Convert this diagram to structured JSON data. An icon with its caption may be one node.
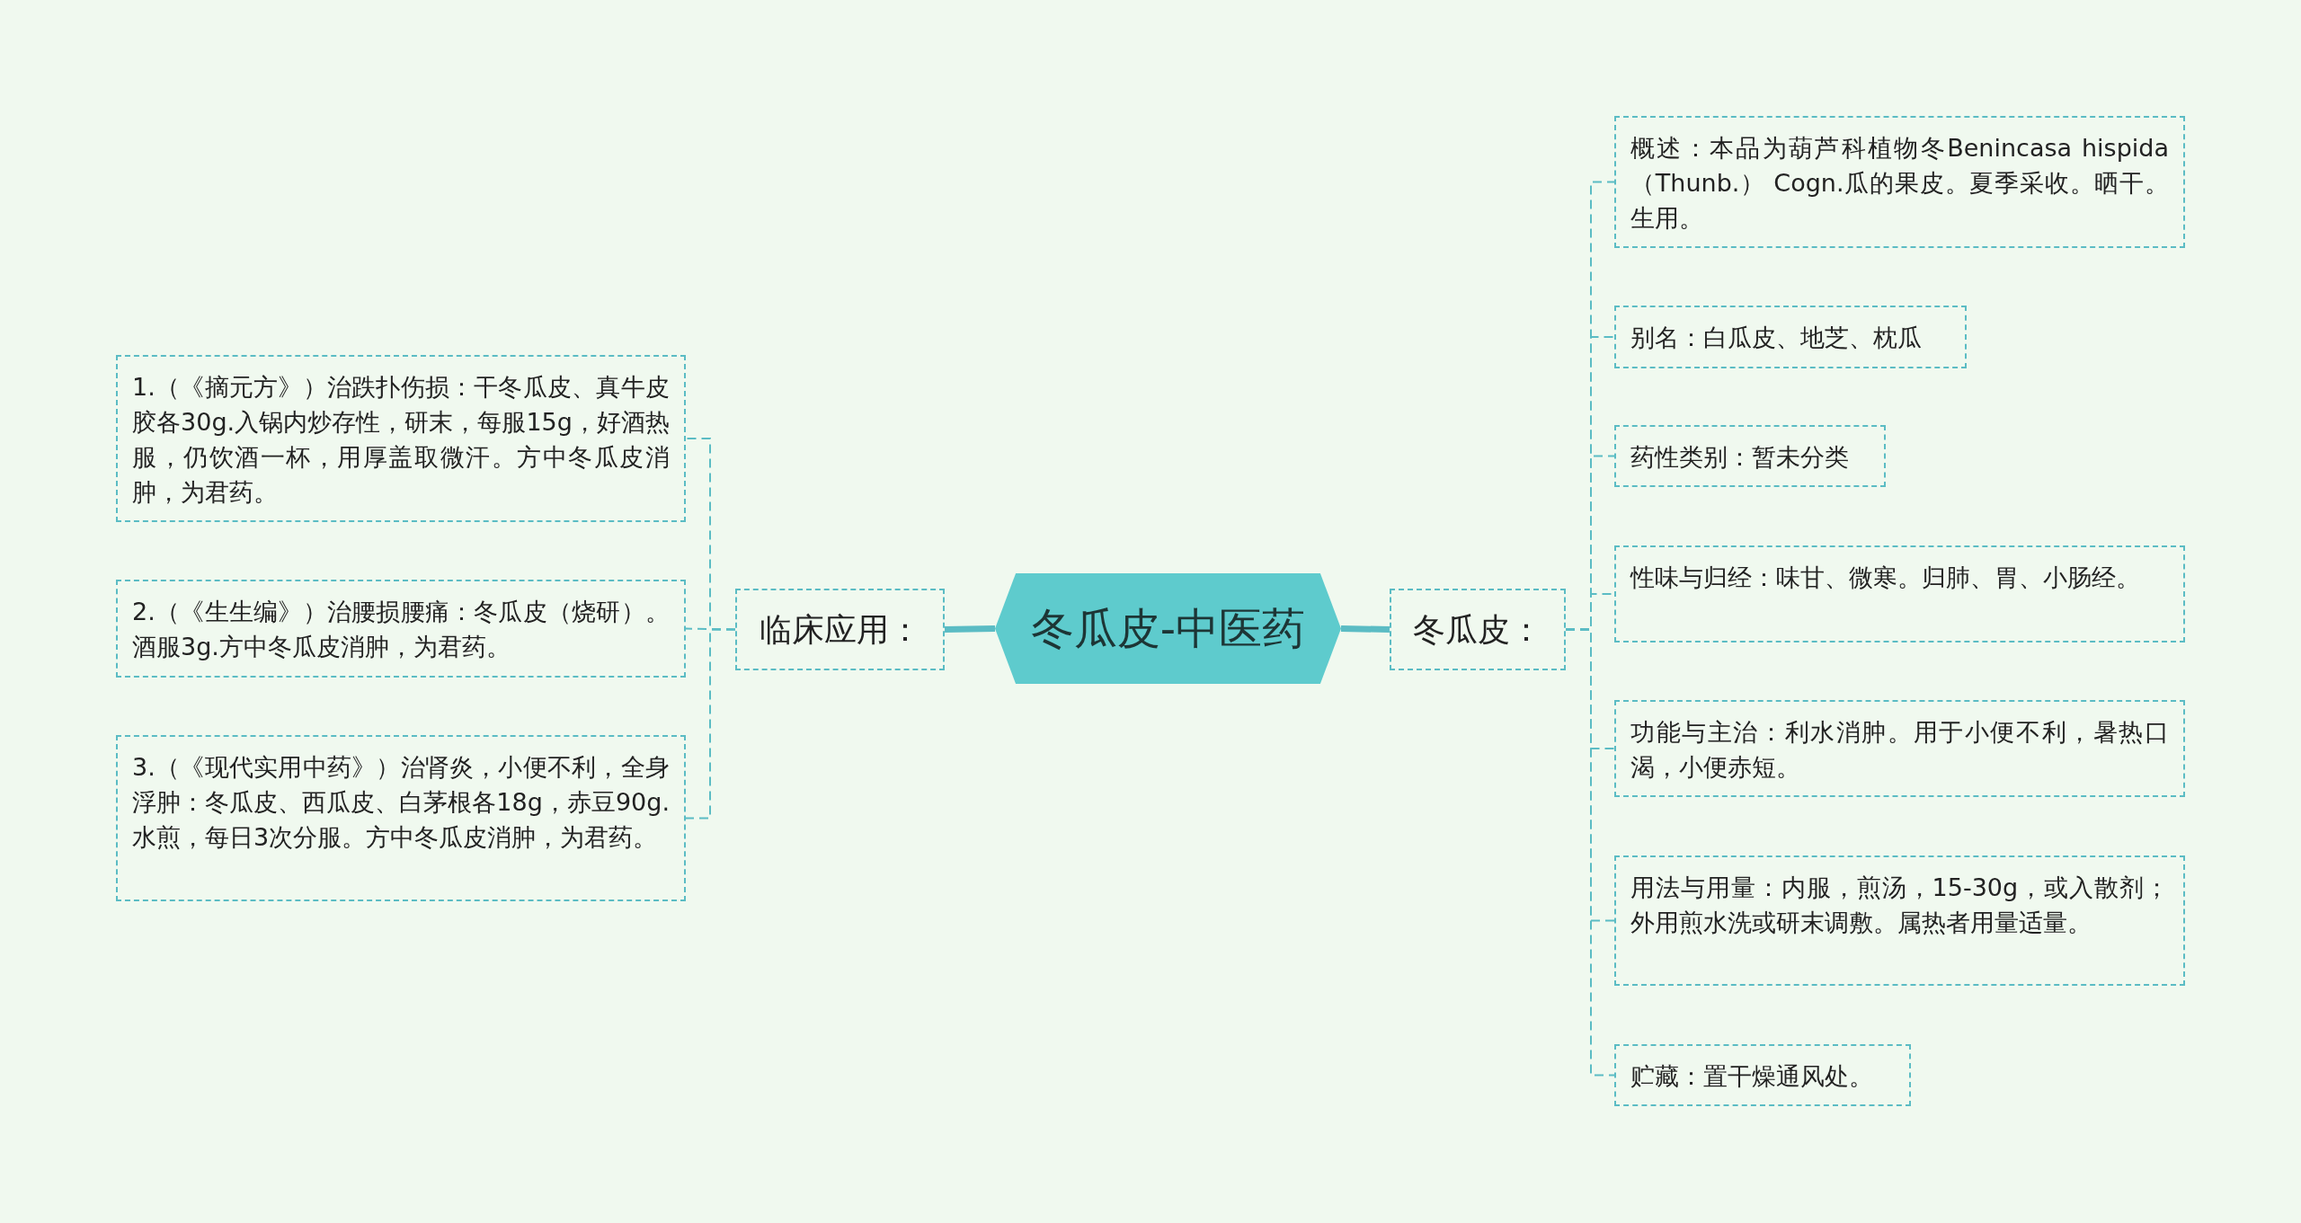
{
  "diagram": {
    "nodes": [
      {
        "text": [
          "冬瓜皮-中医药"
        ]
      },
      {
        "text": [
          "临床应用："
        ]
      },
      {
        "text": [
          "1.（《摘元方》）治跌扑伤损：干冬瓜皮、真牛皮胶各30g.入锅内炒存性，研末，每服15g，好酒热服，仍饮酒一杯，用厚盖取微汗。方中冬瓜皮消肿，为君药。"
        ]
      },
      {
        "text": [
          "2.（《生生编》）治腰损腰痛：冬瓜皮（烧研）。酒服3g.方中冬瓜皮消肿，为君药。"
        ]
      },
      {
        "text": [
          "3.（《现代实用中药》）治肾炎，小便不利，全身浮肿：冬瓜皮、西瓜皮、白茅根各18g，赤豆90g.水煎，每日3次分服。方中冬瓜皮消肿，为君药。"
        ]
      },
      {
        "text": [
          "冬瓜皮："
        ]
      },
      {
        "text": [
          "概述：本品为葫芦科植物冬Benincasa hispida （Thunb.） Cogn.瓜的果皮。夏季采收。晒干。生用。"
        ]
      },
      {
        "text": [
          "别名：白瓜皮、地芝、枕瓜"
        ]
      },
      {
        "text": [
          "药性类别：暂未分类"
        ]
      },
      {
        "text": [
          "性味与归经：味甘、微寒。归肺、胃、小肠经。"
        ]
      },
      {
        "text": [
          "功能与主治：利水消肿。用于小便不利，暑热口渴，小便赤短。"
        ]
      },
      {
        "text": [
          "用法与用量：内服，煎汤，15-30g，或入散剂；外用煎水洗或研末调敷。属热者用量适量。"
        ]
      },
      {
        "text": [
          "贮藏：置干燥通风处。"
        ]
      }
    ],
    "edges": [
      {
        "from": 0,
        "to": 1,
        "arrow": "none",
        "style": "thick"
      },
      {
        "from": 1,
        "to": 2,
        "arrow": "none",
        "style": "dashed"
      },
      {
        "from": 1,
        "to": 3,
        "arrow": "none",
        "style": "dashed"
      },
      {
        "from": 1,
        "to": 4,
        "arrow": "none",
        "style": "dashed"
      },
      {
        "from": 0,
        "to": 5,
        "arrow": "none",
        "style": "thick"
      },
      {
        "from": 5,
        "to": 6,
        "arrow": "none",
        "style": "dashed"
      },
      {
        "from": 5,
        "to": 7,
        "arrow": "none",
        "style": "dashed"
      },
      {
        "from": 5,
        "to": 8,
        "arrow": "none",
        "style": "dashed"
      },
      {
        "from": 5,
        "to": 9,
        "arrow": "none",
        "style": "dashed"
      },
      {
        "from": 5,
        "to": 10,
        "arrow": "none",
        "style": "dashed"
      },
      {
        "from": 5,
        "to": 11,
        "arrow": "none",
        "style": "dashed"
      },
      {
        "from": 5,
        "to": 12,
        "arrow": "none",
        "style": "dashed"
      }
    ]
  }
}
